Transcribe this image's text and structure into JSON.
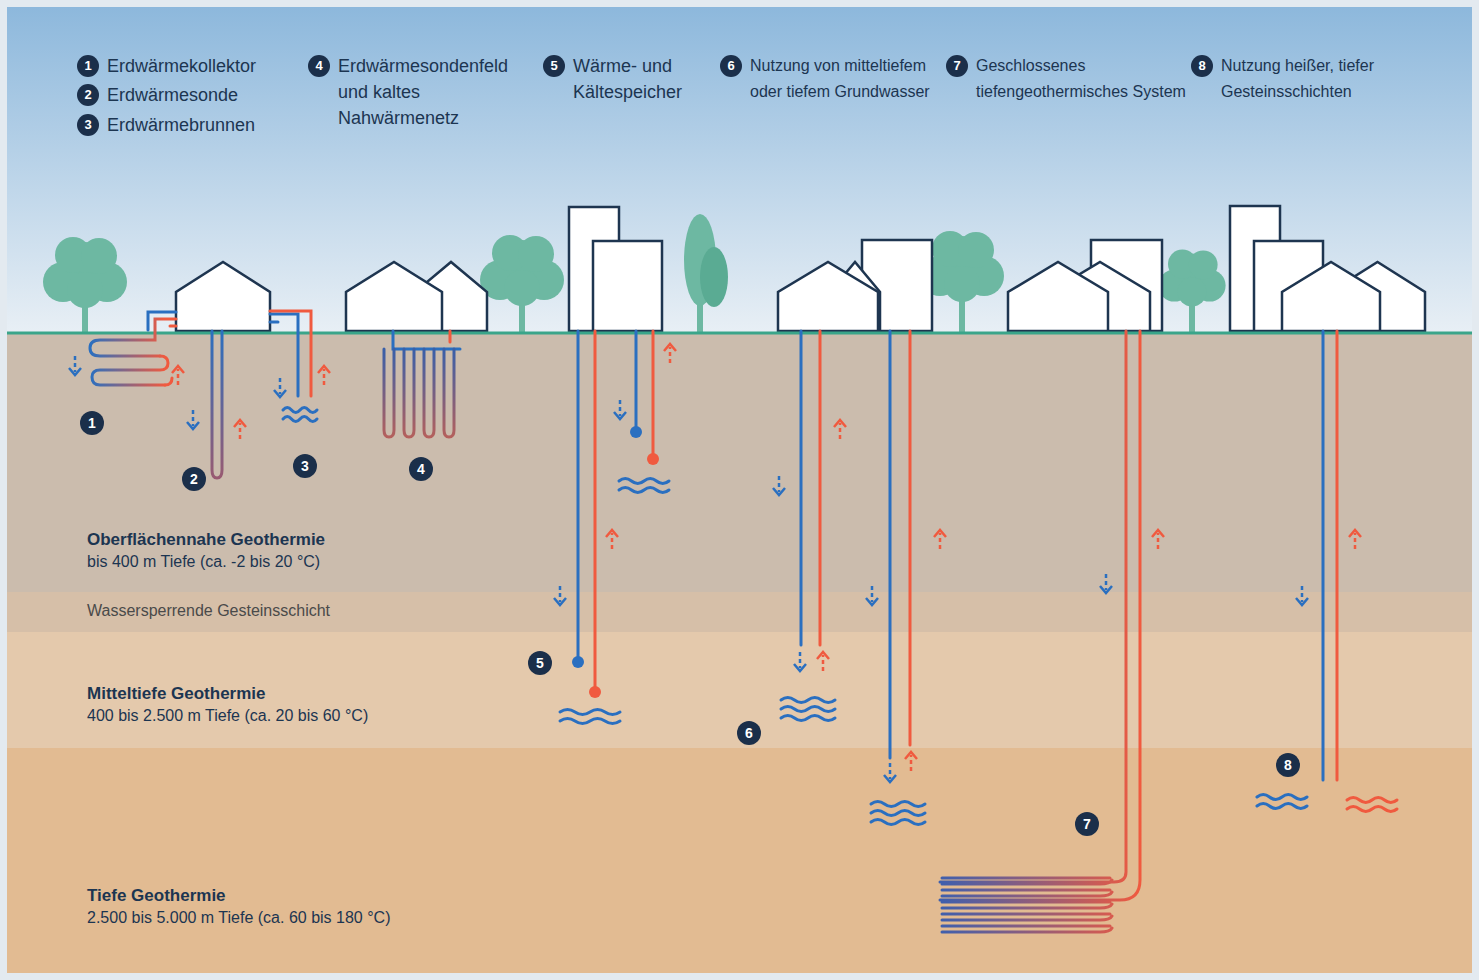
{
  "diagram": {
    "nodes": [
      {
        "text": [
          "1",
          "Erdwärmekollektor"
        ]
      },
      {
        "text": [
          "2",
          "Erdwärmesonde"
        ]
      },
      {
        "text": [
          "3",
          "Erdwärmebrunnen"
        ]
      },
      {
        "text": [
          "4",
          "Erdwärmesondenfeld und kaltes Nahwärmenetz"
        ]
      },
      {
        "text": [
          "5",
          "Wärme- und Kältespeicher"
        ]
      },
      {
        "text": [
          "6",
          "Nutzung von mitteltiefem oder tiefem Grundwasser"
        ]
      },
      {
        "text": [
          "7",
          "Geschlossenes tiefengeothermisches System"
        ]
      },
      {
        "text": [
          "8",
          "Nutzung heißer, tiefer Gesteinsschichten"
        ]
      },
      {
        "text": [
          "Oberflächennahe Geothermie",
          "bis 400 m Tiefe (ca. -2 bis 20 °C)"
        ]
      },
      {
        "text": [
          "Wassersperrende Gesteinsschicht"
        ]
      },
      {
        "text": [
          "Mitteltiefe Geothermie",
          "400 bis 2.500 m Tiefe (ca. 20 bis 60 °C)"
        ]
      },
      {
        "text": [
          "Tiefe Geothermie",
          "2.500 bis 5.000 m Tiefe (ca. 60 bis 180 °C)"
        ]
      },
      {
        "text": [
          "1"
        ],
        "in": 8
      },
      {
        "text": [
          "2"
        ],
        "in": 8
      },
      {
        "text": [
          "3"
        ],
        "in": 8
      },
      {
        "text": [
          "4"
        ],
        "in": 8
      },
      {
        "text": [
          "5"
        ],
        "in": 10
      },
      {
        "text": [
          "6"
        ],
        "in": 10
      },
      {
        "text": [
          "7"
        ],
        "in": 11
      },
      {
        "text": [
          "8"
        ],
        "in": 11
      }
    ]
  }
}
